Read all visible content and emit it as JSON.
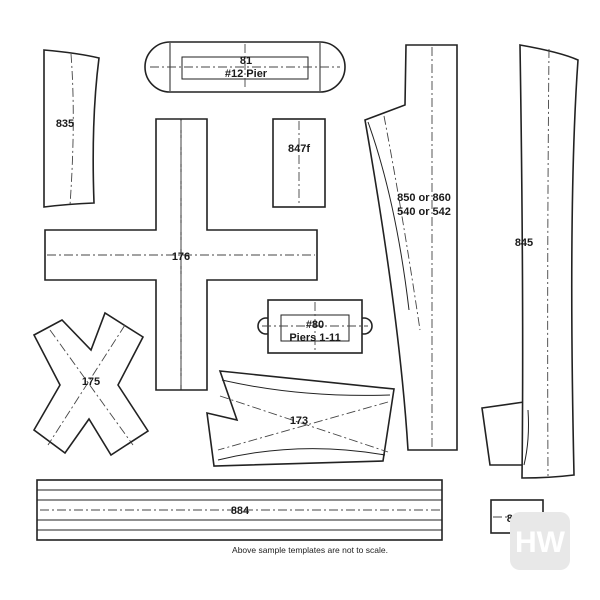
{
  "templates": {
    "t835": "835",
    "t81_line1": "81",
    "t81_line2": "#12 Pier",
    "t847f": "847f",
    "t850_line1": "850 or 860",
    "t850_line2": "540 or 542",
    "t845": "845",
    "t176": "176",
    "t80_line1": "#80",
    "t80_line2": "Piers 1-11",
    "t175": "175",
    "t173": "173",
    "t884": "884",
    "t847a": "847a"
  },
  "note": "Above sample templates are not to scale.",
  "logo": "HW"
}
